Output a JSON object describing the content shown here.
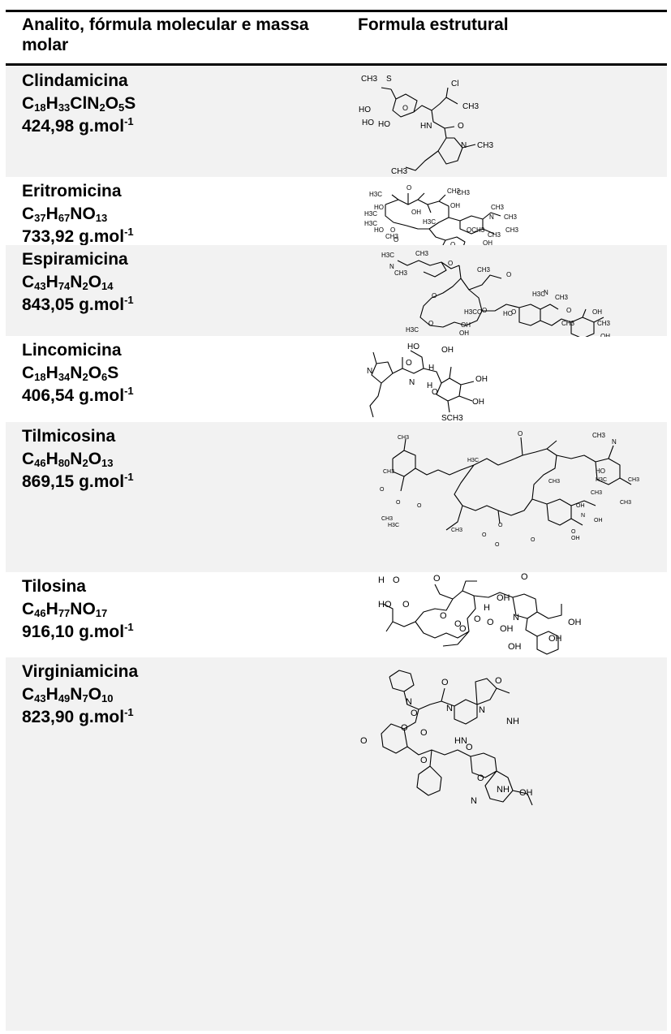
{
  "header": {
    "col1": "Analito, fórmula molecular e massa molar",
    "col2": "Formula estrutural"
  },
  "rows": [
    {
      "name": "Clindamicina",
      "formula": [
        [
          "C",
          "18"
        ],
        [
          "H",
          "33"
        ],
        [
          "ClN",
          "2"
        ],
        [
          "O",
          "5"
        ],
        [
          "S",
          ""
        ]
      ],
      "mass": "424,98 g.mol",
      "mass_exp": "-1"
    },
    {
      "name": "Eritromicina",
      "formula": [
        [
          "C",
          "37"
        ],
        [
          "H",
          "67"
        ],
        [
          "NO",
          "13"
        ]
      ],
      "mass": "733,92 g.mol",
      "mass_exp": "-1"
    },
    {
      "name": "Espiramicina",
      "formula": [
        [
          "C",
          "43"
        ],
        [
          "H",
          "74"
        ],
        [
          "N",
          "2"
        ],
        [
          "O",
          "14"
        ]
      ],
      "mass": "843,05 g.mol",
      "mass_exp": "-1"
    },
    {
      "name": "Lincomicina",
      "formula": [
        [
          "C",
          "18"
        ],
        [
          "H",
          "34"
        ],
        [
          "N",
          "2"
        ],
        [
          "O",
          "6"
        ],
        [
          "S",
          ""
        ]
      ],
      "mass": "406,54 g.mol",
      "mass_exp": "-1"
    },
    {
      "name": "Tilmicosina",
      "formula": [
        [
          "C",
          "46"
        ],
        [
          "H",
          "80"
        ],
        [
          "N",
          "2"
        ],
        [
          "O",
          "13"
        ]
      ],
      "mass": "869,15 g.mol",
      "mass_exp": "-1"
    },
    {
      "name": "Tilosina",
      "formula": [
        [
          "C",
          "46"
        ],
        [
          "H",
          "77"
        ],
        [
          "NO",
          "17"
        ]
      ],
      "mass": "916,10 g.mol",
      "mass_exp": "-1"
    },
    {
      "name": "Virginiamicina",
      "formula": [
        [
          "C",
          "43"
        ],
        [
          "H",
          "49"
        ],
        [
          "N",
          "7"
        ],
        [
          "O",
          "10"
        ]
      ],
      "mass": "823,90 g.mol",
      "mass_exp": "-1"
    }
  ],
  "structure_labels": {
    "clindamicina": [
      "CH3",
      "S",
      "Cl",
      "CH3",
      "HO",
      "O",
      "HO",
      "HO",
      "HN",
      "O",
      "N",
      "CH3",
      "CH3"
    ],
    "eritromicina": [
      "O",
      "CH3",
      "H3C",
      "CH3",
      "HO",
      "OH",
      "OH",
      "H3C",
      "CH3",
      "N",
      "CH3",
      "H3C",
      "CH3",
      "HO",
      "H3C",
      "O",
      "O",
      "CH3",
      "OCH3",
      "CH3",
      "O",
      "O",
      "CH3",
      "OH"
    ],
    "espiramicina": [
      "H3C",
      "CH3",
      "N",
      "CH3",
      "O",
      "O",
      "CH3",
      "O",
      "H3C",
      "N",
      "CH3",
      "H3CO",
      "HO",
      "O",
      "OH",
      "O",
      "O",
      "CH3",
      "OH",
      "H3C",
      "O",
      "OH",
      "CH3",
      "OH",
      "CH3"
    ],
    "lincomicina": [
      "HO",
      "OH",
      "N",
      "O",
      "H",
      "N",
      "H",
      "OH",
      "O",
      "OH",
      "SCH3"
    ],
    "tilmicosina": [
      "O",
      "CH3",
      "CH3",
      "N",
      "CH3",
      "H3C",
      "HO",
      "O",
      "CH3",
      "H3C",
      "OH",
      "N",
      "CH3",
      "CH3",
      "O",
      "O",
      "O",
      "O",
      "O",
      "CH3",
      "H3C",
      "O",
      "OH",
      "O",
      "OH",
      "CH3",
      "CH3"
    ],
    "tilosina": [
      "O",
      "O",
      "OH",
      "H",
      "N",
      "O",
      "O",
      "O",
      "OH",
      "OH",
      "H",
      "O",
      "HO",
      "O",
      "O",
      "O",
      "OH",
      "OH"
    ],
    "virginiamicina": [
      "N",
      "O",
      "N",
      "O",
      "N",
      "O",
      "NH",
      "O",
      "O",
      "HN",
      "O",
      "O",
      "O",
      "NH",
      "O",
      "N",
      "OH"
    ]
  }
}
